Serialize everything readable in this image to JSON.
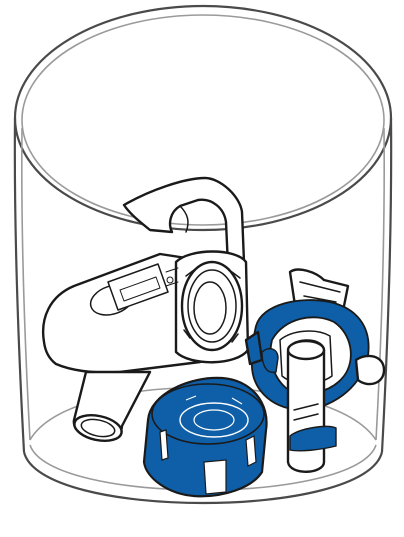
{
  "figure": {
    "colors": {
      "accent_blue": "#0e5ea8",
      "outline": "#1a1a1a",
      "container_gray": "#9a9a9a",
      "white": "#ffffff"
    },
    "parts": [
      {
        "name": "transparent-cylindrical-container",
        "icon": "container-icon"
      },
      {
        "name": "t-shaped-medicine-chamber",
        "icon": "chamber-icon"
      },
      {
        "name": "blue-cap",
        "icon": "cap-icon"
      },
      {
        "name": "baffle-with-blue-ring",
        "icon": "baffle-icon"
      }
    ]
  }
}
